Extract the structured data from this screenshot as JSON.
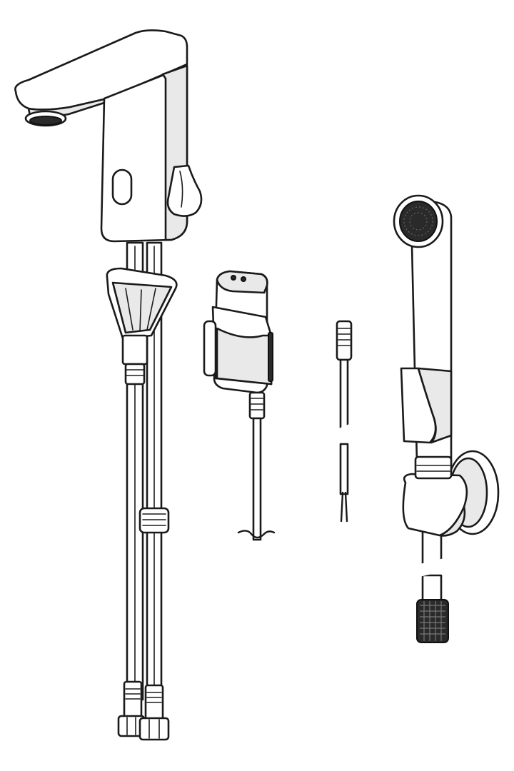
{
  "drawing": {
    "colors": {
      "background": "#ffffff",
      "line": "#1a1a1a",
      "shade": "#e9e9e9"
    },
    "parts": [
      {
        "name": "faucet-body"
      },
      {
        "name": "mounting-bracket"
      },
      {
        "name": "supply-hoses"
      },
      {
        "name": "power-adapter"
      },
      {
        "name": "extension-cable"
      },
      {
        "name": "hand-shower"
      }
    ]
  }
}
